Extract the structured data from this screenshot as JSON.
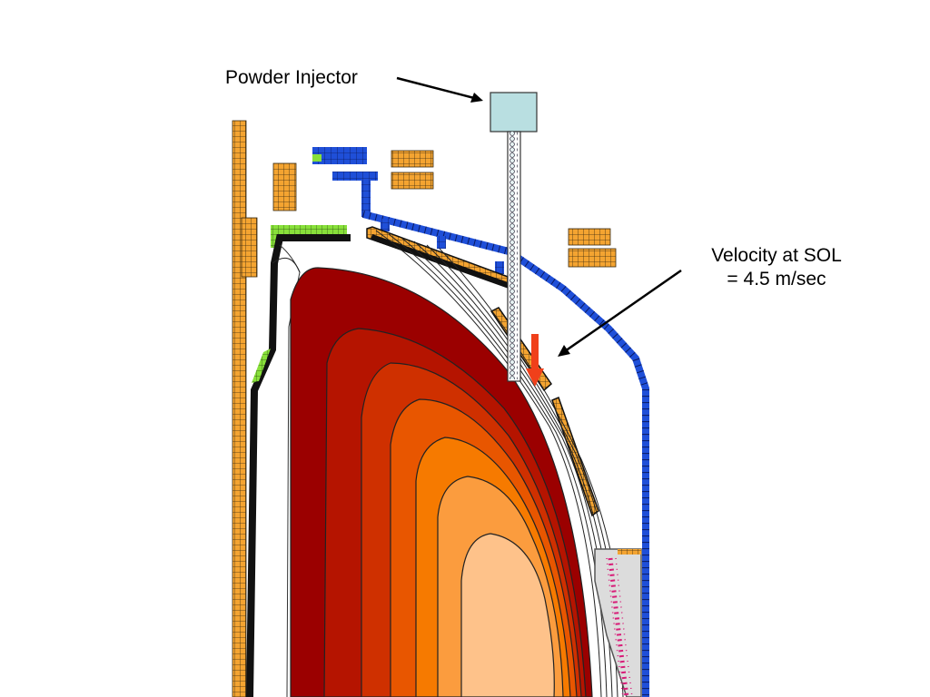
{
  "labels": {
    "injector": "Powder Injector",
    "velocity_line1": "Velocity at SOL",
    "velocity_line2": "= 4.5 m/sec"
  },
  "colors": {
    "tile_orange": "#f4a431",
    "tile_outline": "#3a2a10",
    "vessel_blue": "#1f4fd8",
    "limiter_green": "#88e03a",
    "wall_black": "#111111",
    "injector_box": "#b9dfe1",
    "drop_arrow": "#f0401a",
    "plasma_contours": [
      "#9b0000",
      "#b51400",
      "#cf3000",
      "#e85600",
      "#f67a00",
      "#fb9c3e",
      "#fec28a"
    ],
    "antenna_magenta": "#d81c78",
    "antenna_gray": "#dcdcdc"
  },
  "icons": {
    "injector_arrow": "arrow-icon",
    "velocity_arrow": "arrow-icon",
    "drop_arrow": "down-arrow-icon"
  }
}
